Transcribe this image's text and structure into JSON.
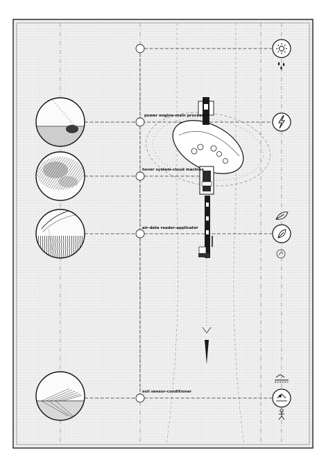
{
  "labels": {
    "power": "power engine-main processor",
    "hover": "hover system-cloud machine",
    "air": "air-data reader-applicator",
    "soil": "soil sensor-conditioner"
  },
  "icons": {
    "sun": "sun-icon",
    "water_drops": "water-drops-icon",
    "lightning": "lightning-icon",
    "leaf": "leaf-icon",
    "leaf_circle": "leaf-circle-icon",
    "seed": "seed-icon",
    "soil_layer": "soil-layer-icon",
    "soil_circle": "soil-circle-icon",
    "person": "person-icon"
  },
  "colors": {
    "ink": "#1a1a1a",
    "paper": "#f2f2f2",
    "frame": "#222222"
  }
}
